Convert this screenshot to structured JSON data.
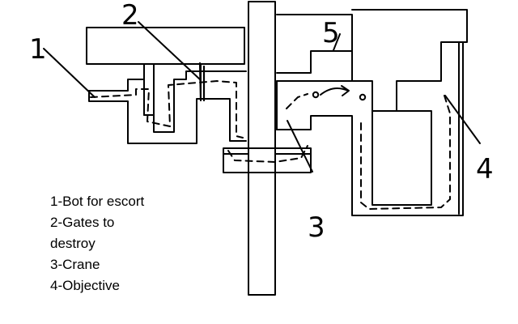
{
  "markers": {
    "bot": "1",
    "gates": "2",
    "crane": "3",
    "objective": "4",
    "spawn": "5"
  },
  "legend": {
    "item_1": "1-Bot for escort",
    "item_2a": "2-Gates to",
    "item_2b": "destroy",
    "item_3": "3-Crane",
    "item_4": "4-Objective"
  }
}
